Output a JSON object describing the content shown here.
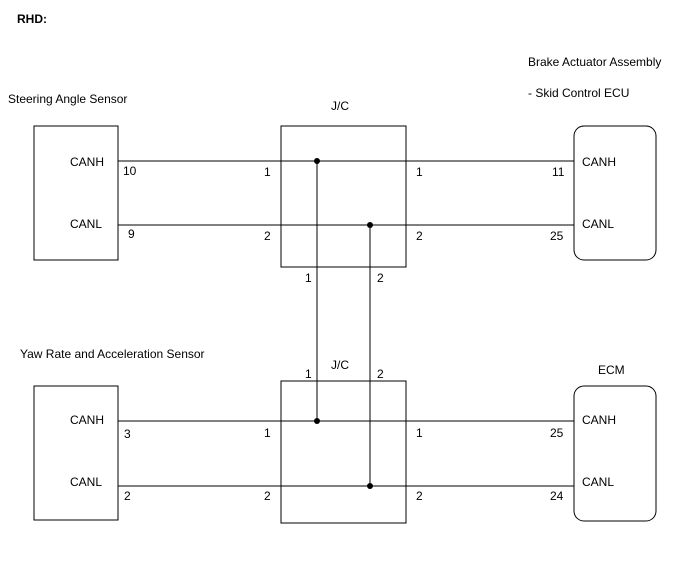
{
  "header": "RHD:",
  "components": {
    "steering": {
      "label": "Steering Angle Sensor",
      "canh": "CANH",
      "canl": "CANL",
      "pin_h": "10",
      "pin_l": "9"
    },
    "yaw": {
      "label": "Yaw Rate and Acceleration Sensor",
      "canh": "CANH",
      "canl": "CANL",
      "pin_h": "3",
      "pin_l": "2"
    },
    "brake": {
      "label_line1": "Brake Actuator Assembly",
      "label_line2": "- Skid Control ECU",
      "canh": "CANH",
      "canl": "CANL",
      "pin_h": "11",
      "pin_l": "25"
    },
    "ecm": {
      "label": "ECM",
      "canh": "CANH",
      "canl": "CANL",
      "pin_h": "25",
      "pin_l": "24"
    }
  },
  "junctions": {
    "jc_top": {
      "label": "J/C",
      "left_1": "1",
      "left_2": "2",
      "right_1": "1",
      "right_2": "2",
      "bottom_1": "1",
      "bottom_2": "2"
    },
    "jc_bottom": {
      "label": "J/C",
      "left_1": "1",
      "left_2": "2",
      "right_1": "1",
      "right_2": "2",
      "top_1": "1",
      "top_2": "2"
    }
  }
}
